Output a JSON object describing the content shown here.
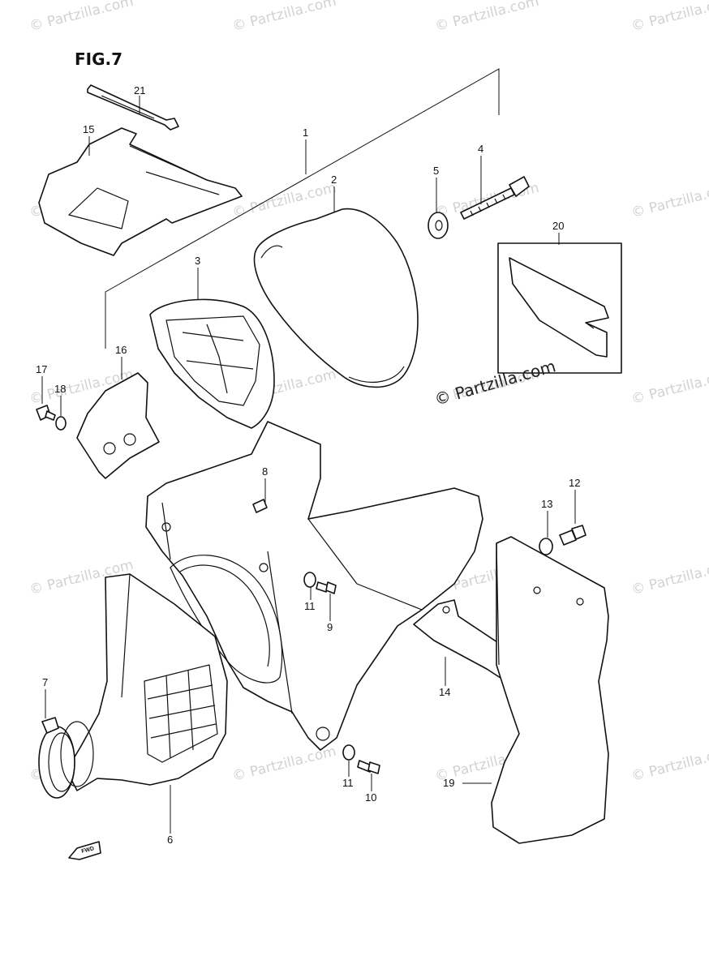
{
  "figure": {
    "title": "FIG.7"
  },
  "watermark": {
    "text": "© Partzilla.com"
  },
  "callouts": [
    {
      "id": "1",
      "label": "1"
    },
    {
      "id": "2",
      "label": "2"
    },
    {
      "id": "3",
      "label": "3"
    },
    {
      "id": "4",
      "label": "4"
    },
    {
      "id": "5",
      "label": "5"
    },
    {
      "id": "6",
      "label": "6"
    },
    {
      "id": "7",
      "label": "7"
    },
    {
      "id": "8",
      "label": "8"
    },
    {
      "id": "9",
      "label": "9"
    },
    {
      "id": "10",
      "label": "10"
    },
    {
      "id": "11a",
      "label": "11"
    },
    {
      "id": "11b",
      "label": "11"
    },
    {
      "id": "12",
      "label": "12"
    },
    {
      "id": "13",
      "label": "13"
    },
    {
      "id": "14",
      "label": "14"
    },
    {
      "id": "15",
      "label": "15"
    },
    {
      "id": "16",
      "label": "16"
    },
    {
      "id": "17",
      "label": "17"
    },
    {
      "id": "18",
      "label": "18"
    },
    {
      "id": "19",
      "label": "19"
    },
    {
      "id": "20",
      "label": "20"
    },
    {
      "id": "21",
      "label": "21"
    }
  ],
  "fwd_marker": {
    "label": "FWD"
  },
  "colors": {
    "line": "#111111",
    "watermark": "#d2d2d2",
    "background": "#ffffff"
  }
}
